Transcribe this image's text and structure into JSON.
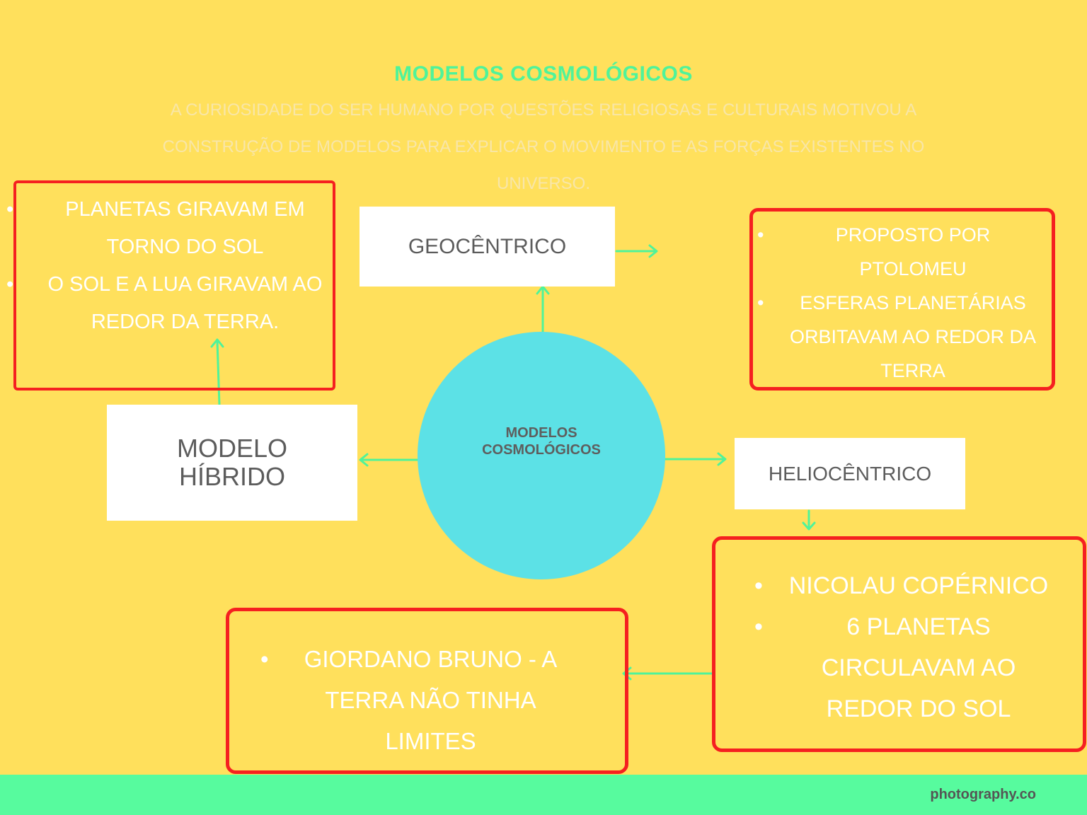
{
  "title": "MODELOS COSMOLÓGICOS",
  "subtitle": "A CURIOSIDADE DO SER HUMANO POR QUESTÕES RELIGIOSAS E CULTURAIS MOTIVOU A CONSTRUÇÃO DE MODELOS PARA EXPLICAR O MOVIMENTO E AS FORÇAS EXISTENTES NO UNIVERSO.",
  "center": {
    "line1": "MODELOS",
    "line2": "COSMOLÓGICOS"
  },
  "geocentrico": {
    "label": "GEOCÊNTRICO",
    "items": [
      "PROPOSTO POR PTOLOMEU",
      "ESFERAS PLANETÁRIAS ORBITAVAM AO REDOR DA TERRA"
    ]
  },
  "heliocentrico": {
    "label": "HELIOCÊNTRICO",
    "items": [
      "NICOLAU COPÉRNICO",
      "6 PLANETAS CIRCULAVAM AO REDOR DO SOL"
    ]
  },
  "hibrido": {
    "line1": "MODELO",
    "line2": "HÍBRIDO",
    "items": [
      "PLANETAS GIRAVAM EM TORNO DO SOL",
      "O SOL E A LUA GIRAVAM AO REDOR DA TERRA."
    ]
  },
  "giordano": {
    "items": [
      "GIORDANO BRUNO -  A TERRA NÃO TINHA LIMITES"
    ]
  },
  "footer": {
    "brand": "photography.co"
  },
  "colors": {
    "background": "#FFE05C",
    "accent": "#4FF39A",
    "circle": "#5CE1E6",
    "border": "#F52020",
    "footer": "#57FB9E"
  }
}
